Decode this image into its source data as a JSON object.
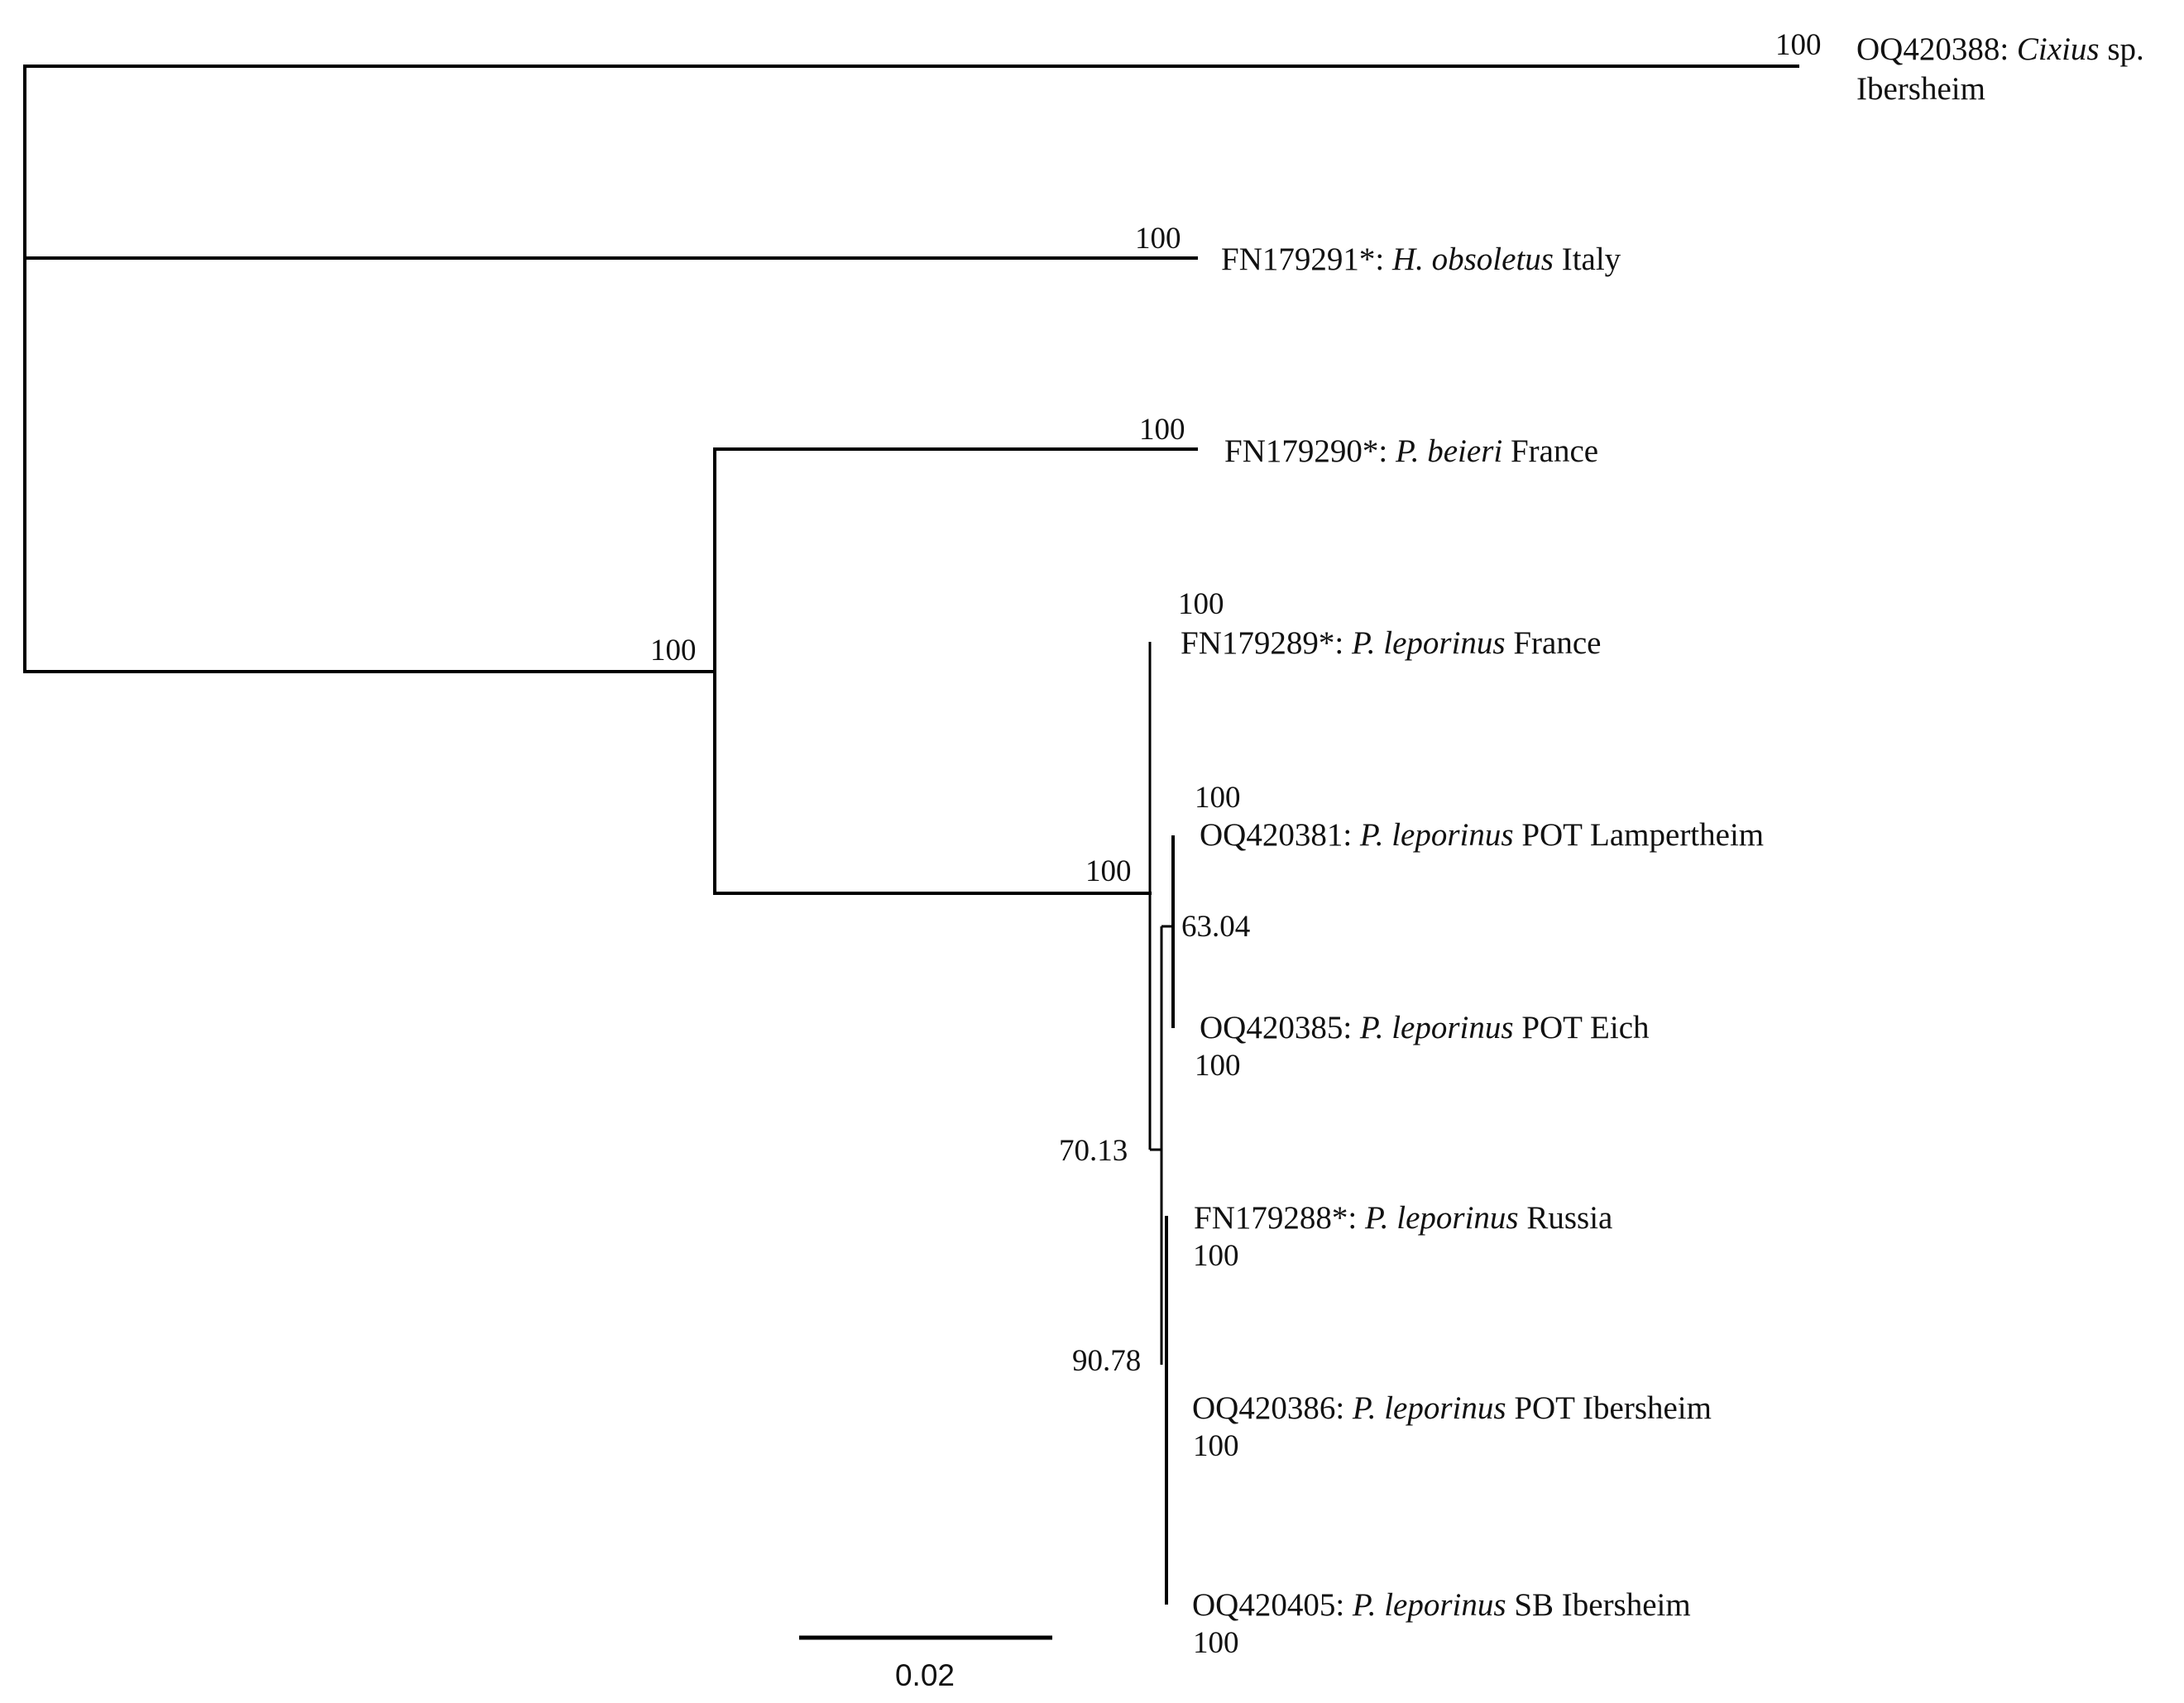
{
  "taxa": {
    "cixius": {
      "acc": "OQ420388: ",
      "genus": "Cixius",
      "rest": " sp.",
      "line2": "Ibersheim",
      "support": "100"
    },
    "hobsoletus": {
      "acc": "FN179291*: ",
      "genus": "H. obsoletus",
      "rest": " Italy",
      "support": "100"
    },
    "pbeieri": {
      "acc": "FN179290*: ",
      "genus": "P. beieri",
      "rest": " France",
      "support": "100"
    },
    "plep_france": {
      "acc": "FN179289*: ",
      "genus": "P. leporinus",
      "rest": " France",
      "support": "100"
    },
    "plep_lampertheim": {
      "acc": "OQ420381: ",
      "genus": "P. leporinus",
      "rest": " POT Lampertheim",
      "support": "100"
    },
    "plep_eich": {
      "acc": "OQ420385: ",
      "genus": "P. leporinus",
      "rest": " POT Eich",
      "support": "100"
    },
    "plep_russia": {
      "acc": "FN179288*: ",
      "genus": "P. leporinus",
      "rest": " Russia",
      "support": "100"
    },
    "plep_ibersheim_pot": {
      "acc": "OQ420386: ",
      "genus": "P. leporinus",
      "rest": " POT Ibersheim",
      "support": "100"
    },
    "plep_ibersheim_sb": {
      "acc": "OQ420405: ",
      "genus": "P. leporinus",
      "rest": " SB Ibersheim",
      "support": "100"
    }
  },
  "nodes": {
    "pentastiridius_clade": "100",
    "leporinus_clade": "100",
    "lampertheim_eich": "63.04",
    "inner_clade": "70.13",
    "russia_ibersheim": "90.78"
  },
  "scale": {
    "label": "0.02",
    "branch_length": 0.02
  },
  "colors": {
    "line": "#000000",
    "text": "#111111",
    "background": "#ffffff"
  }
}
